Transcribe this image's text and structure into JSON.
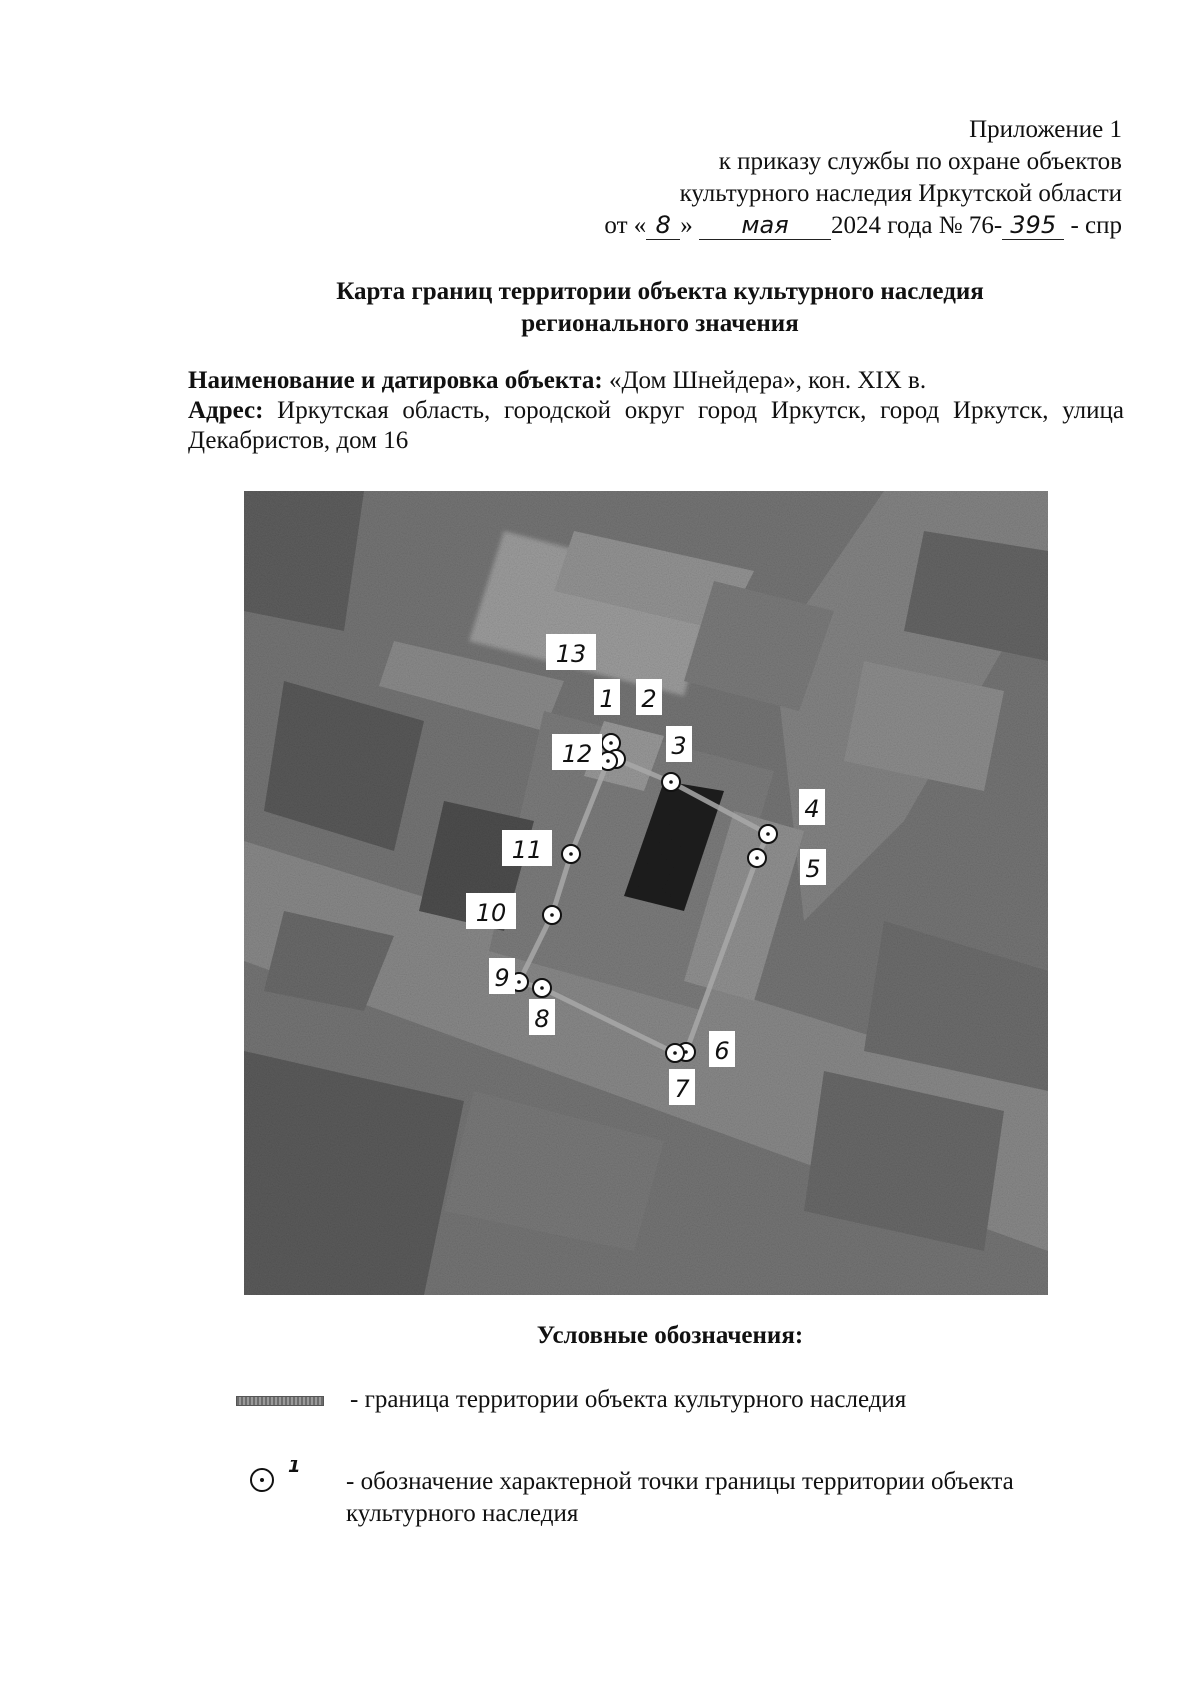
{
  "header": {
    "line1": "Приложение 1",
    "line2": "к приказу службы по охране объектов",
    "line3": "культурного наследия Иркутской области",
    "date_prefix": "от «",
    "day": "8",
    "date_mid": "»",
    "month": "мая",
    "year_text": "2024 года № 76-",
    "number": "395",
    "suffix": "- спр"
  },
  "title": {
    "line1": "Карта границ территории объекта культурного наследия",
    "line2": "регионального значения"
  },
  "object": {
    "name_label": "Наименование и датировка объекта:",
    "name_value": "«Дом Шнейдера», кон. XIX в.",
    "address_label": "Адрес:",
    "address_value": "Иркутская область, городской округ город Иркутск, город Иркутск, улица Декабристов, дом 16"
  },
  "map": {
    "points": [
      {
        "label": "1"
      },
      {
        "label": "2"
      },
      {
        "label": "3"
      },
      {
        "label": "4"
      },
      {
        "label": "5"
      },
      {
        "label": "6"
      },
      {
        "label": "7"
      },
      {
        "label": "8"
      },
      {
        "label": "9"
      },
      {
        "label": "10"
      },
      {
        "label": "11"
      },
      {
        "label": "12"
      },
      {
        "label": "13"
      }
    ]
  },
  "legend": {
    "title": "Условные обозначения:",
    "boundary_text": "- граница территории объекта культурного наследия",
    "point_sample_label": "1",
    "point_text": "- обозначение характерной точки границы территории объекта культурного наследия"
  }
}
